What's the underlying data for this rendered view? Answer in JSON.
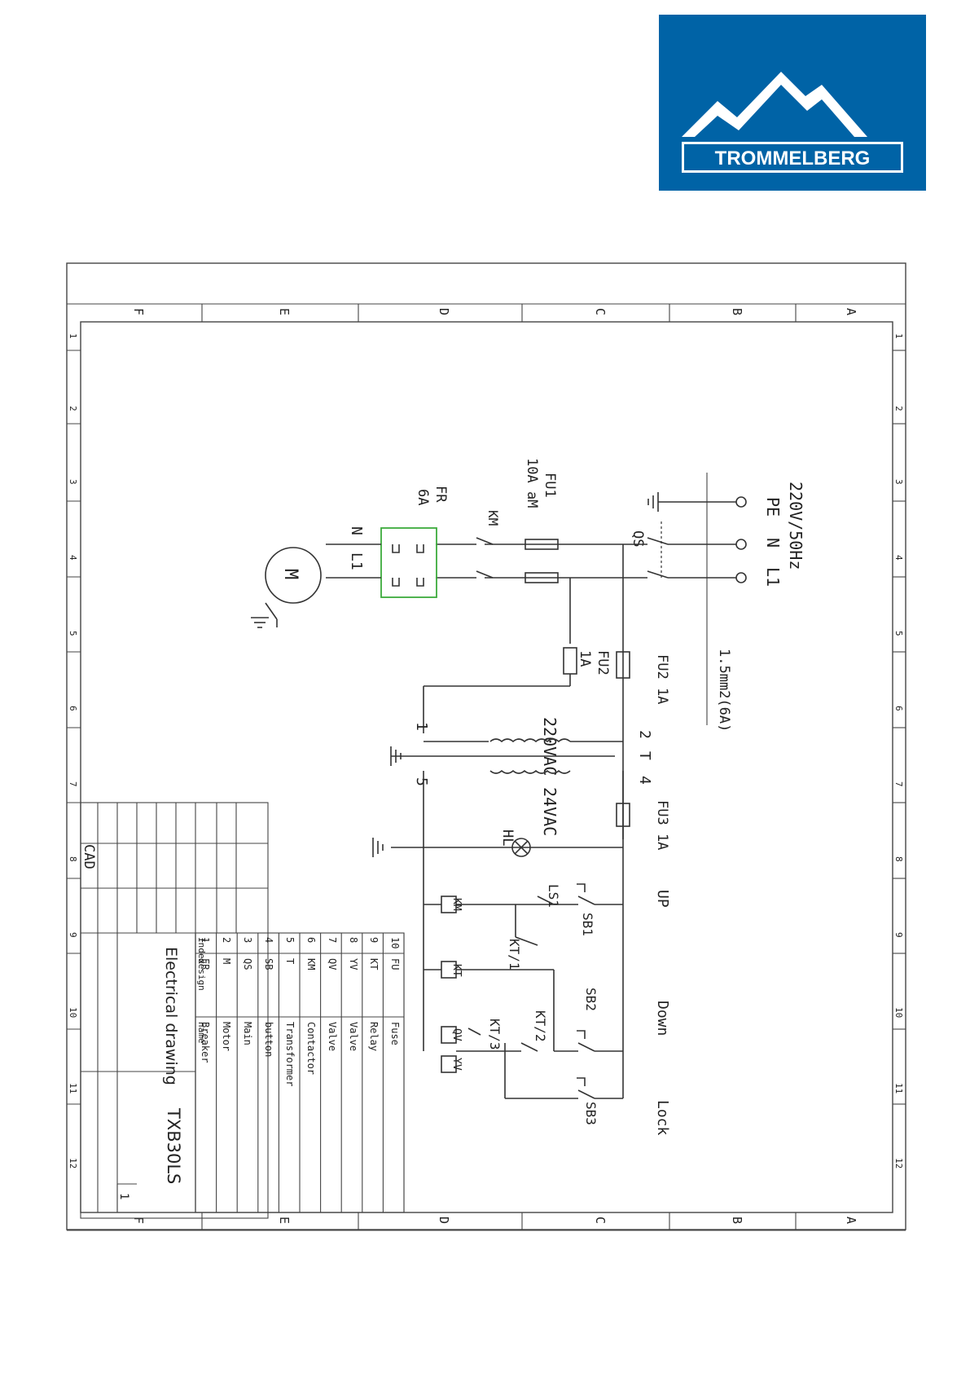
{
  "logo": {
    "brand": "TROMMELBERG",
    "color": "#0063a6"
  },
  "frame": {
    "rows": [
      "A",
      "B",
      "C",
      "D",
      "E",
      "F"
    ],
    "cols": [
      "1",
      "2",
      "3",
      "4",
      "5",
      "6",
      "7",
      "8",
      "9",
      "10",
      "11",
      "12"
    ]
  },
  "supply": {
    "voltage": "220V/50Hz",
    "terminals": [
      "PE",
      "N",
      "L1"
    ],
    "cable": "1.5mm2(6A)"
  },
  "labels": {
    "qs": "QS",
    "fu1": "FU1",
    "fu1_rating": "10A aM",
    "km": "KM",
    "fr": "FR",
    "fr_rating": "6A",
    "n": "N",
    "l1": "L1",
    "motor": "M",
    "fu2a": "FU2 1A",
    "fu2b": "FU2",
    "fu2b_rating": "1A",
    "t": "T",
    "primary": "220VAC",
    "secondary": "24VAC",
    "t1": "1",
    "t2": "2",
    "t4": "4",
    "t5": "5",
    "fu3": "FU3 1A",
    "hl": "HL",
    "up": "UP",
    "down": "Down",
    "lock": "Lock",
    "sb1": "SB1",
    "sb2": "SB2",
    "sb3": "SB3",
    "ls1": "LS1",
    "kt1": "KT/1",
    "kt2": "KT/2",
    "kt3": "KT/3",
    "coil_km": "KM",
    "coil_kt": "KT",
    "coil_qv": "QV",
    "coil_yv": "YV"
  },
  "title_block": {
    "cad": "CAD",
    "title": "Electrical drawing",
    "model": "TXB30LS",
    "sheet": "1",
    "header": {
      "index": "Index",
      "design": "design",
      "name": "name"
    },
    "rows": [
      {
        "index": "10",
        "design": "FU",
        "name": "Fuse"
      },
      {
        "index": "9",
        "design": "KT",
        "name": "Relay"
      },
      {
        "index": "8",
        "design": "YV",
        "name": "Valve"
      },
      {
        "index": "7",
        "design": "QV",
        "name": "Valve"
      },
      {
        "index": "6",
        "design": "KM",
        "name": "Contactor"
      },
      {
        "index": "5",
        "design": "T",
        "name": "Transformer"
      },
      {
        "index": "4",
        "design": "SB",
        "name": "button"
      },
      {
        "index": "3",
        "design": "QS",
        "name": "Main"
      },
      {
        "index": "2",
        "design": "M",
        "name": "Motor"
      },
      {
        "index": "1",
        "design": "FR",
        "name": "Breaker"
      }
    ]
  }
}
